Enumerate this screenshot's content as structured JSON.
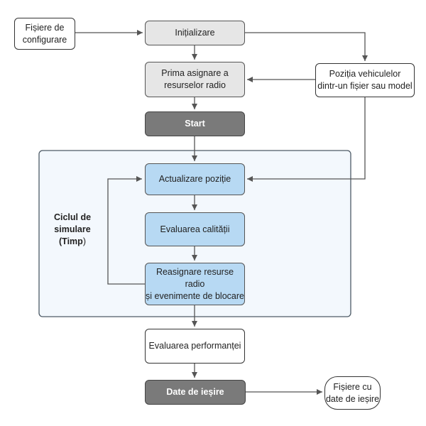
{
  "nodes": {
    "config_files": "Fișiere de\nconfigurare",
    "initialization": "Inițializare",
    "first_assignment": "Prima asignare a\nresurselor radio",
    "start": "Start",
    "vehicle_position": "Poziția vehiculelor\ndintr-un fișier sau model",
    "update_position": "Actualizare poziție",
    "quality_eval": "Evaluarea calității",
    "reassign": "Reasignare resurse radio\nși evenimente de blocare",
    "performance_eval": "Evaluarea performanței",
    "output_data": "Date de ieșire",
    "output_files": "Fișiere cu\ndate de ieșire"
  },
  "loop": {
    "label_bold": "Ciclul de\nsimulare\n(Timp",
    "label_plain": ")"
  },
  "colors": {
    "loop_bg": "#f3f8fd",
    "loop_border": "#4d5a66",
    "blue_node": "#b7d9f3",
    "dark_node": "#7a7a7a",
    "gray_node": "#e6e6e6",
    "edge": "#555555"
  }
}
